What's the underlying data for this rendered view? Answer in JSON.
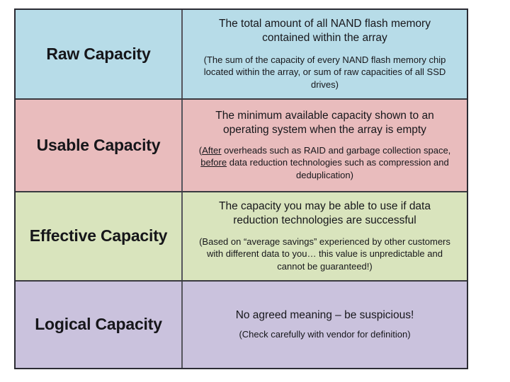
{
  "table": {
    "colors": {
      "row_raw_bg": "#b7dce8",
      "row_usable_bg": "#e9bcbd",
      "row_effective_bg": "#d9e4bd",
      "row_logical_bg": "#cac2dd",
      "border": "#2b2b33",
      "text": "#17171b",
      "page_bg": "#ffffff"
    },
    "rows": [
      {
        "term": "Raw Capacity",
        "description": "The total amount of all NAND flash memory contained within the array",
        "note": "(The sum of the capacity of every NAND flash memory chip located within the array, or sum of raw capacities of all SSD drives)"
      },
      {
        "term": "Usable Capacity",
        "description": "The minimum available capacity shown to an operating system when the array is empty",
        "note_prefix": "(",
        "note_underline_1": "After",
        "note_middle": " overheads such as RAID and garbage collection space, ",
        "note_underline_2": "before",
        "note_suffix": " data reduction technologies such as compression and deduplication)"
      },
      {
        "term": "Effective Capacity",
        "description": "The capacity you may be able to use if data reduction technologies are successful",
        "note": "(Based on “average savings” experienced by other customers with different data to you… this value is unpredictable and cannot be guaranteed!)"
      },
      {
        "term": "Logical Capacity",
        "description": "No agreed meaning – be suspicious!",
        "note": "(Check carefully with vendor for definition)"
      }
    ]
  }
}
